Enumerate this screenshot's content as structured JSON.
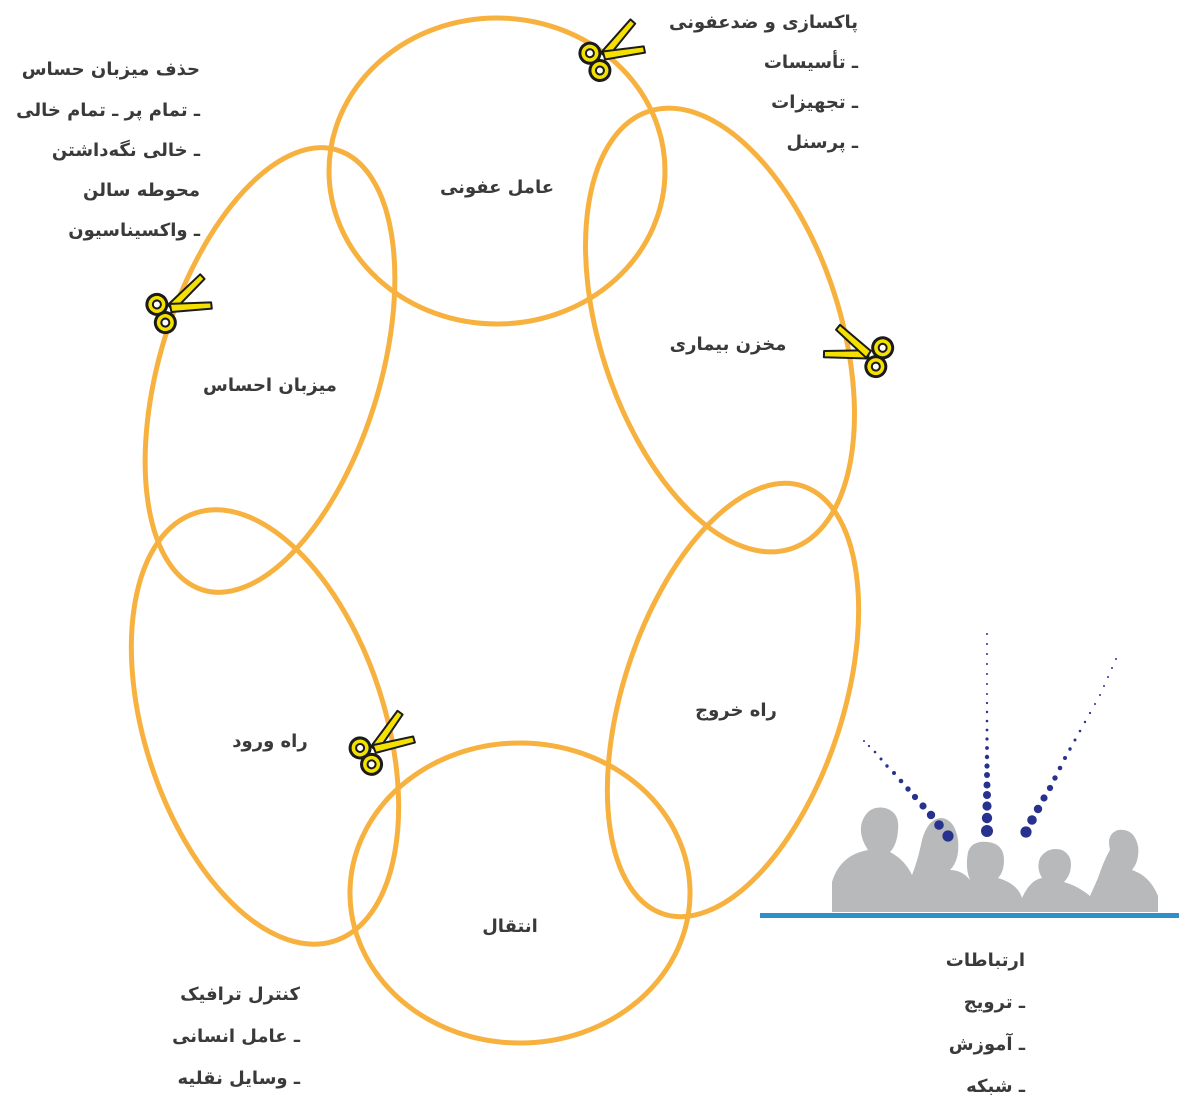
{
  "nodes": {
    "infectious_agent": "عامل عفونی",
    "reservoir": "مخزن بیماری",
    "exit_route": "راه خروج",
    "transmission": "انتقال",
    "entry_route": "راه ورود",
    "susceptible_host": "میزبان احساس"
  },
  "notes": {
    "disinfection": [
      "پاکسازی و ضدعفونی",
      "ـ تأسیسات",
      "ـ تجهیزات",
      "ـ پرسنل"
    ],
    "host": [
      "حذف میزبان حساس",
      "ـ تمام پر ـ تمام خالی",
      "ـ خالی نگه‌داشتن",
      "محوطه سالن",
      "ـ واکسیناسیون"
    ],
    "traffic": [
      "کنترل ترافیک",
      "ـ عامل انسانی",
      "ـ وسایل نقلیه"
    ],
    "communication": [
      "ارتباطات",
      "ـ ترویج",
      "ـ آموزش",
      "ـ شبکه"
    ]
  },
  "icons": [
    "scissors-icon",
    "people-silhouette-icon",
    "signal-dots-icon"
  ],
  "colors": {
    "ring": "#f7b13f",
    "scissors": "#f5e100",
    "people": "#b7b9bb",
    "baseline": "#2f8fcd",
    "dots": "#27328f",
    "text": "#3a3a3a"
  }
}
